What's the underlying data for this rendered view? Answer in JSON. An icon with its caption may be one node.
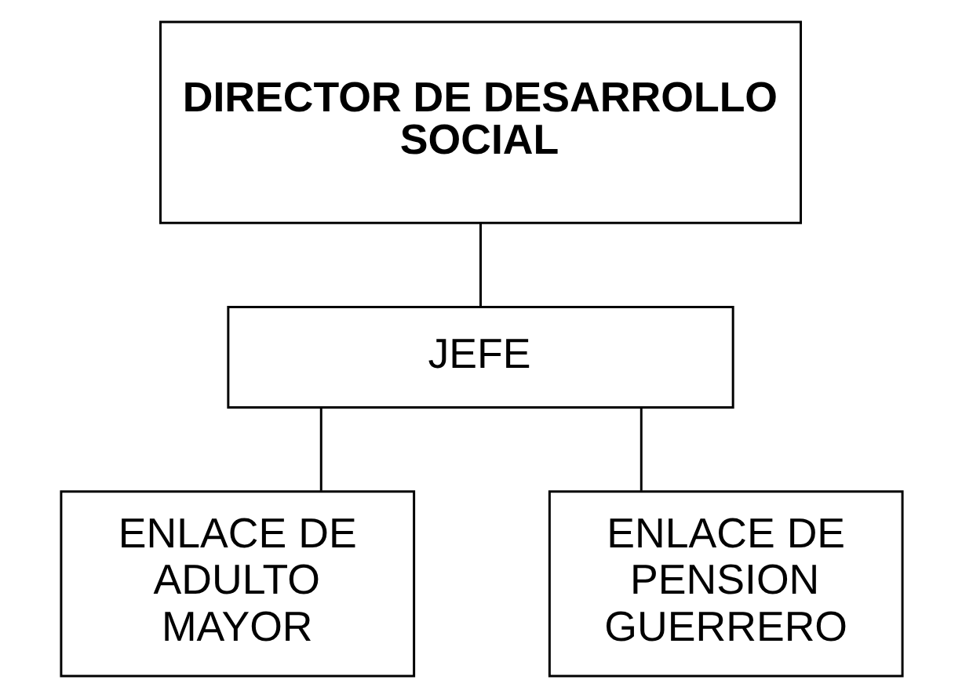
{
  "diagram": {
    "nodes": [
      {
        "text": [
          "DIRECTOR DE DESARROLLO SOCIAL"
        ]
      },
      {
        "text": [
          "JEFE"
        ]
      },
      {
        "text": [
          "ENLACE DE ADULTO MAYOR"
        ]
      },
      {
        "text": [
          "ENLACE DE PENSION GUERRERO"
        ]
      }
    ],
    "edges": [
      {
        "from": 0,
        "to": 1,
        "arrow": "none"
      },
      {
        "from": 1,
        "to": 2,
        "arrow": "none"
      },
      {
        "from": 1,
        "to": 3,
        "arrow": "none"
      }
    ]
  }
}
